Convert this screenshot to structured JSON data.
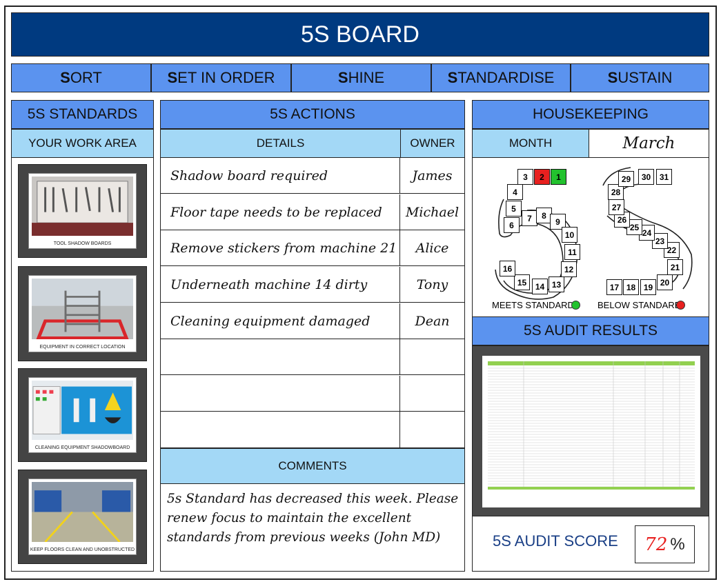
{
  "board": {
    "title": "5S BOARD"
  },
  "pillars": [
    {
      "initial": "S",
      "rest": "ORT"
    },
    {
      "initial": "S",
      "rest": "ET IN ORDER"
    },
    {
      "initial": "S",
      "rest": "HINE"
    },
    {
      "initial": "S",
      "rest": "TANDARDISE"
    },
    {
      "initial": "S",
      "rest": "USTAIN"
    }
  ],
  "standards": {
    "header": "5S STANDARDS",
    "subheader": "YOUR WORK AREA",
    "photos": [
      {
        "caption": "TOOL SHADOW BOARDS"
      },
      {
        "caption": "EQUIPMENT IN CORRECT LOCATION"
      },
      {
        "caption": "CLEANING EQUIPMENT SHADOWBOARD"
      },
      {
        "caption": "KEEP FLOORS CLEAN AND UNOBSTRUCTED"
      }
    ]
  },
  "actions": {
    "header": "5S ACTIONS",
    "col_details": "DETAILS",
    "col_owner": "OWNER",
    "rows": [
      {
        "details": "Shadow board required",
        "owner": "James"
      },
      {
        "details": "Floor tape needs to be replaced",
        "owner": "Michael"
      },
      {
        "details": "Remove stickers from machine 21",
        "owner": "Alice"
      },
      {
        "details": "Underneath machine 14 dirty",
        "owner": "Tony"
      },
      {
        "details": "Cleaning equipment damaged",
        "owner": "Dean"
      },
      {
        "details": "",
        "owner": ""
      },
      {
        "details": "",
        "owner": ""
      },
      {
        "details": "",
        "owner": ""
      }
    ]
  },
  "comments": {
    "header": "COMMENTS",
    "text": "5s Standard has decreased this week. Please renew focus to maintain the excellent standards from previous weeks (John MD)"
  },
  "housekeeping": {
    "header": "HOUSEKEEPING",
    "month_label": "MONTH",
    "month_value": "March",
    "days": [
      "1",
      "2",
      "3",
      "4",
      "5",
      "6",
      "7",
      "8",
      "9",
      "10",
      "11",
      "12",
      "13",
      "14",
      "15",
      "16",
      "17",
      "18",
      "19",
      "20",
      "21",
      "22",
      "23",
      "24",
      "25",
      "26",
      "27",
      "28",
      "29",
      "30",
      "31"
    ],
    "day_status": {
      "1": "meets",
      "2": "below"
    },
    "legend_meets": "MEETS STANDARD",
    "legend_below": "BELOW STANDARD",
    "colors": {
      "meets": "#22c22e",
      "below": "#e8201f"
    }
  },
  "audit": {
    "header": "5S AUDIT RESULTS",
    "score_label": "5S AUDIT SCORE",
    "score_value": "72",
    "score_unit": "%"
  }
}
